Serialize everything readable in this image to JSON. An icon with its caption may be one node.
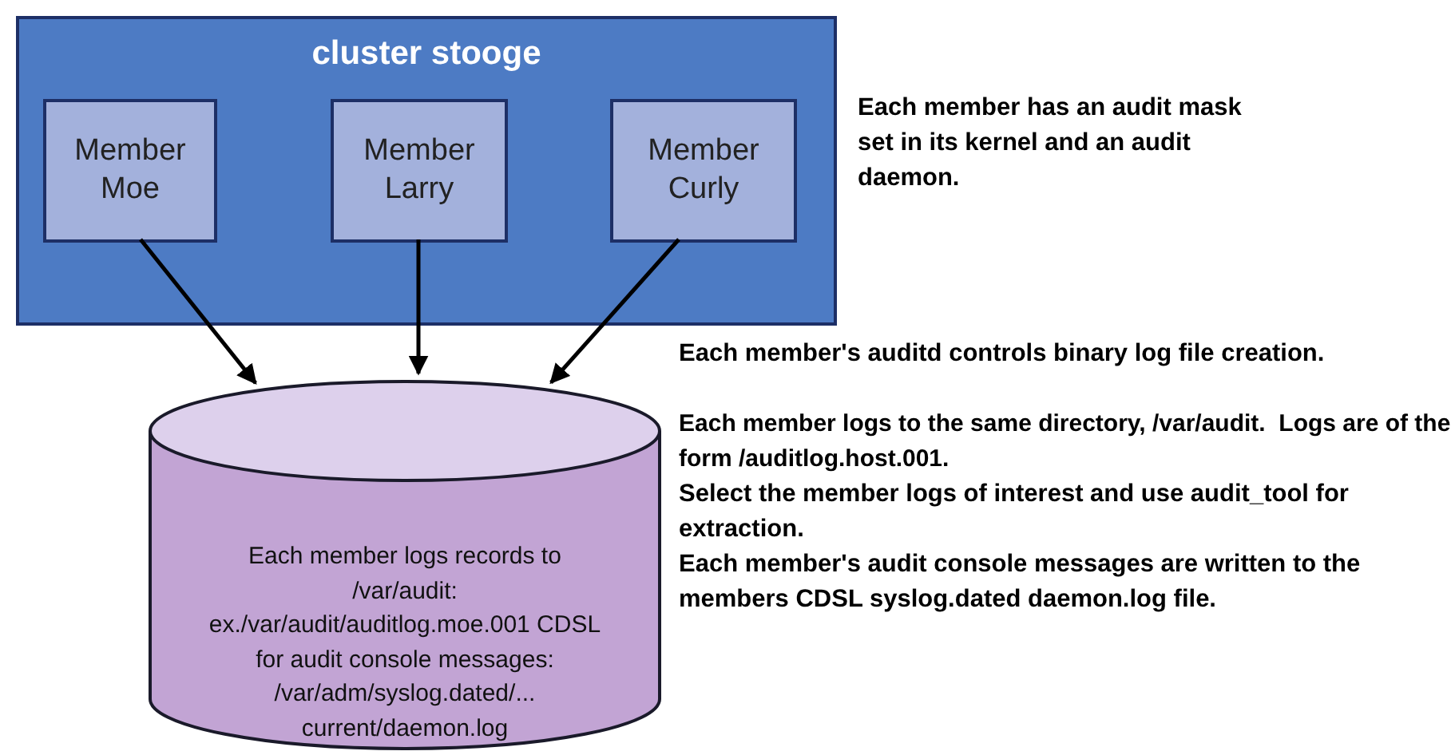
{
  "diagram": {
    "nodes": [
      {
        "text": [
          "cluster stooge"
        ]
      },
      {
        "text": [
          "Member Moe"
        ],
        "in": 0
      },
      {
        "text": [
          "Member Larry"
        ],
        "in": 0
      },
      {
        "text": [
          "Member Curly"
        ],
        "in": 0
      },
      {
        "text": [
          "Each member logs records to /var/audit: ex./var/audit/auditlog.moe.001 CDSL for audit console messages: /var/adm/syslog.dated/... current/daemon.log"
        ]
      }
    ],
    "edges": [
      {
        "from": 1,
        "to": 4,
        "arrow": "to"
      },
      {
        "from": 2,
        "to": 4,
        "arrow": "to"
      },
      {
        "from": 3,
        "to": 4,
        "arrow": "to"
      }
    ],
    "labels": [
      "Each member has an audit mask set in its kernel and an audit daemon.",
      "Each member's auditd controls binary log file creation.",
      "Each member logs to the same directory, /var/audit.  Logs are of the form /auditlog.host.001.",
      "Select the member logs of interest and use audit_tool for extraction.",
      "Each member's audit console messages are written to the members CDSL syslog.dated daemon.log file."
    ]
  }
}
